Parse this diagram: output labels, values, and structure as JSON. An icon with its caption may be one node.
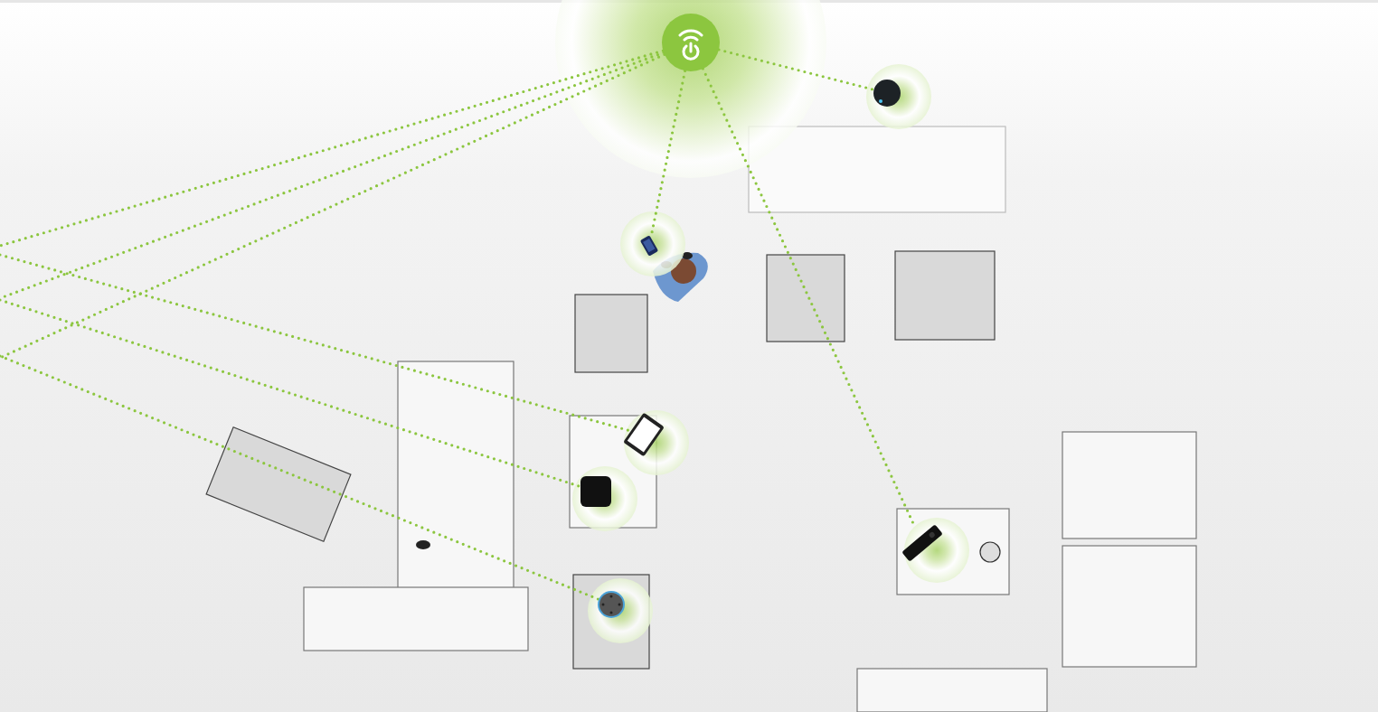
{
  "diagram": {
    "nodes": [
      {
        "text": [],
        "shape": "circle"
      },
      {
        "text": [],
        "shape": "picture"
      },
      {
        "text": [],
        "shape": "picture"
      },
      {
        "text": [],
        "shape": "picture"
      },
      {
        "text": [],
        "shape": "box"
      },
      {
        "text": [],
        "shape": "picture"
      },
      {
        "text": [],
        "shape": "picture"
      }
    ],
    "edges": [
      {
        "from": 0,
        "to": 1,
        "arrow": "none"
      },
      {
        "from": 0,
        "to": 2,
        "arrow": "none"
      },
      {
        "from": 0,
        "to": 6,
        "arrow": "none"
      },
      {
        "from": 0,
        "to": null,
        "arrow": "none"
      },
      {
        "from": 0,
        "to": null,
        "arrow": "none"
      },
      {
        "from": 0,
        "to": null,
        "arrow": "none"
      },
      {
        "from": null,
        "to": 3,
        "arrow": "none"
      },
      {
        "from": null,
        "to": 4,
        "arrow": "none"
      },
      {
        "from": null,
        "to": 5,
        "arrow": "none"
      }
    ]
  }
}
